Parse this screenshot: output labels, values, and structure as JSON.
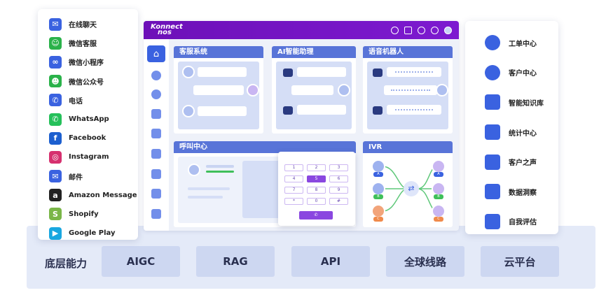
{
  "channels": [
    {
      "label": "在线聊天",
      "icon": "chat-icon",
      "color": "#3a62e0"
    },
    {
      "label": "微信客服",
      "icon": "wechat-service-icon",
      "color": "#2ab24a"
    },
    {
      "label": "微信小程序",
      "icon": "mini-program-icon",
      "color": "#3a62e0"
    },
    {
      "label": "微信公众号",
      "icon": "wechat-official-icon",
      "color": "#2ab24a"
    },
    {
      "label": "电话",
      "icon": "phone-icon",
      "color": "#3a62e0"
    },
    {
      "label": "WhatsApp",
      "icon": "whatsapp-icon",
      "color": "#25c05a"
    },
    {
      "label": "Facebook",
      "icon": "facebook-icon",
      "color": "#1c5fcf"
    },
    {
      "label": "Instagram",
      "icon": "instagram-icon",
      "color": "#d6306f"
    },
    {
      "label": "邮件",
      "icon": "mail-icon",
      "color": "#3a62e0"
    },
    {
      "label": "Amazon Message",
      "icon": "amazon-icon",
      "color": "#222222"
    },
    {
      "label": "Shopify",
      "icon": "shopify-icon",
      "color": "#7ab648"
    },
    {
      "label": "Google Play",
      "icon": "google-play-icon",
      "color": "#19a7e0"
    }
  ],
  "modules": [
    {
      "label": "工单中心",
      "icon": "pie-chart-icon"
    },
    {
      "label": "客户中心",
      "icon": "user-icon"
    },
    {
      "label": "智能知识库",
      "icon": "book-icon"
    },
    {
      "label": "统计中心",
      "icon": "bar-chart-icon"
    },
    {
      "label": "客户之声",
      "icon": "inbox-icon"
    },
    {
      "label": "数据洞察",
      "icon": "data-search-icon"
    },
    {
      "label": "自我评估",
      "icon": "checklist-icon"
    }
  ],
  "app": {
    "logo_line1": "Konnect",
    "logo_line2": "nos",
    "panels": {
      "service": "客服系统",
      "ai": "AI智能助理",
      "voice": "语音机器人",
      "callcenter": "呼叫中心",
      "ivr": "IVR"
    },
    "keypad": [
      "1",
      "2",
      "3",
      "4",
      "5",
      "6",
      "7",
      "8",
      "9",
      "*",
      "0",
      "#"
    ],
    "keypad_selected": "5",
    "ivr_tags": [
      "A",
      "B",
      "C",
      "A",
      "B",
      "C"
    ]
  },
  "capabilities": {
    "title": "底层能力",
    "items": [
      "AIGC",
      "RAG",
      "API",
      "全球线路",
      "云平台"
    ]
  },
  "colors": {
    "accent": "#3a62e0",
    "topbar": "#7412c4",
    "panel_header": "#5874d8",
    "band": "#e4eaf8",
    "chip": "#cdd7f1"
  }
}
